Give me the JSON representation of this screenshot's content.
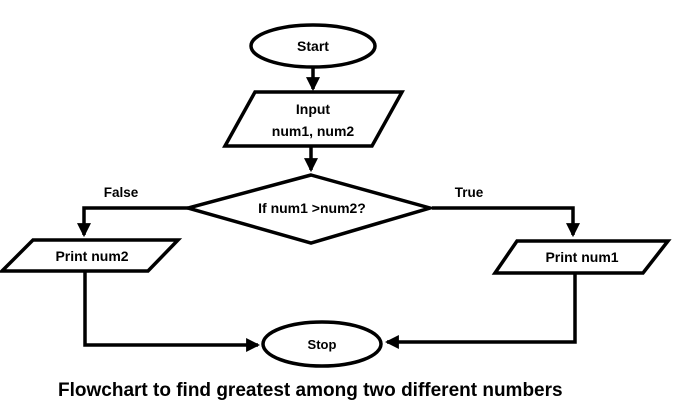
{
  "flowchart": {
    "start": {
      "label": "Start"
    },
    "input": {
      "line1": "Input",
      "line2": "num1, num2"
    },
    "decision": {
      "label": "If num1 >num2?"
    },
    "false_branch": {
      "label": "False"
    },
    "true_branch": {
      "label": "True"
    },
    "print_false": {
      "label": "Print num2"
    },
    "print_true": {
      "label": "Print num1"
    },
    "stop": {
      "label": "Stop"
    },
    "caption": "Flowchart to find greatest among two different numbers",
    "colors": {
      "line": "#000000",
      "caption_blue": "#1577C0",
      "background": "#FFFFFF"
    }
  }
}
